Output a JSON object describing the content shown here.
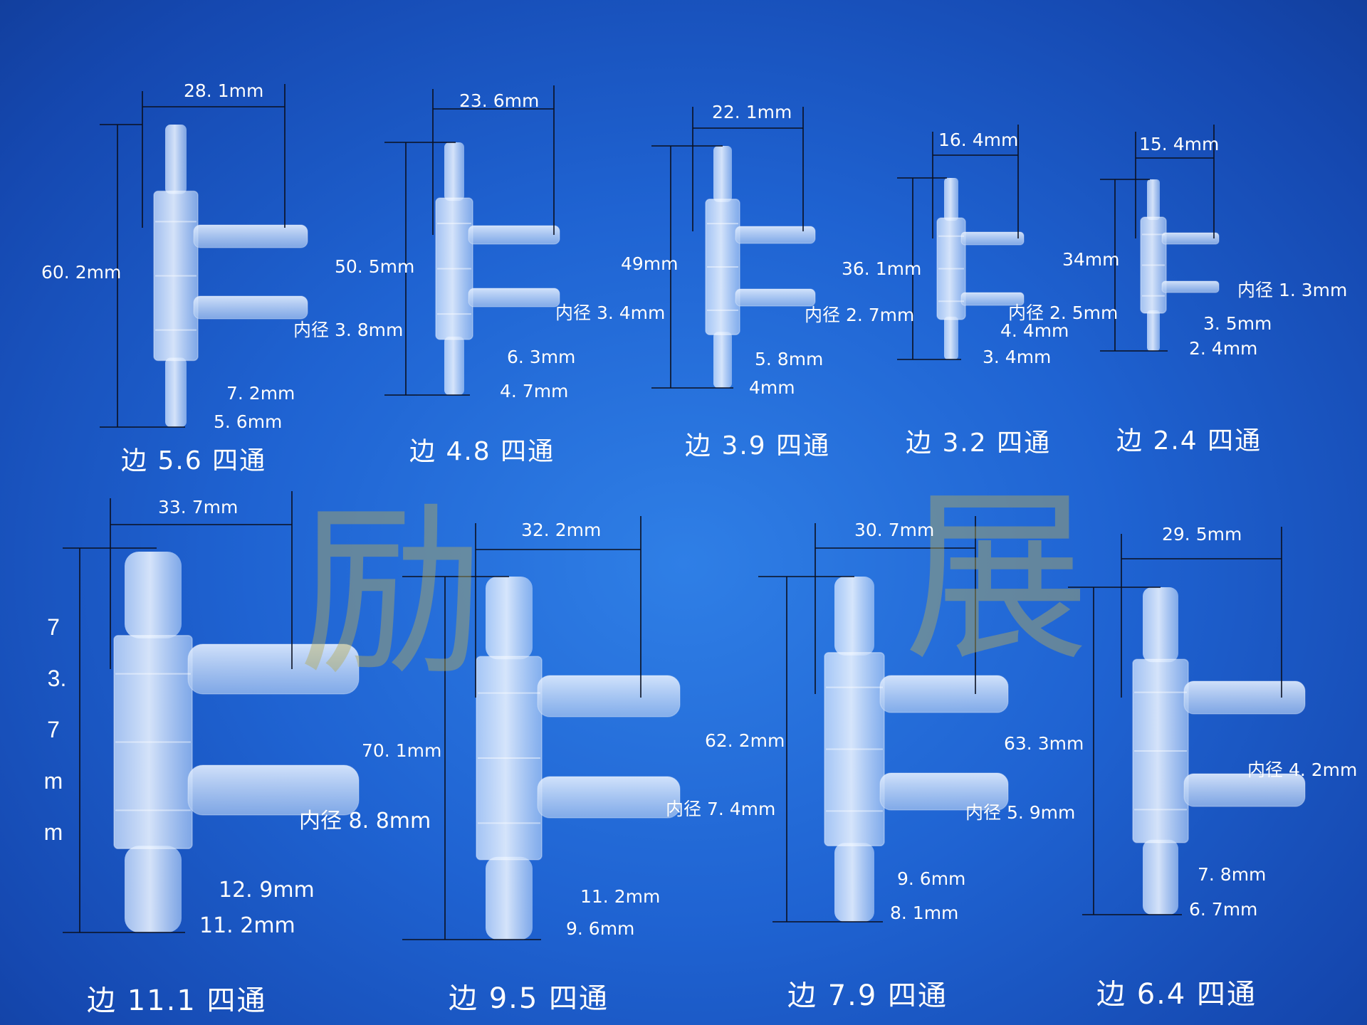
{
  "watermark": [
    "励",
    "展"
  ],
  "products": [
    {
      "caption": "边 5.6 四通",
      "width": "28. 1mm",
      "height": "60. 2mm",
      "inner": "内径 3. 8mm",
      "d1": "7. 2mm",
      "d2": "5. 6mm"
    },
    {
      "caption": "边 4.8 四通",
      "width": "23. 6mm",
      "height": "50. 5mm",
      "inner": "内径 3. 4mm",
      "d1": "6. 3mm",
      "d2": "4. 7mm"
    },
    {
      "caption": "边 3.9 四通",
      "width": "22. 1mm",
      "height": "49mm",
      "inner": "内径 2. 7mm",
      "d1": "5. 8mm",
      "d2": "4mm"
    },
    {
      "caption": "边 3.2 四通",
      "width": "16. 4mm",
      "height": "36. 1mm",
      "inner": "内径 2. 5mm",
      "d1": "4. 4mm",
      "d2": "3. 4mm"
    },
    {
      "caption": "边 2.4 四通",
      "width": "15. 4mm",
      "height": "34mm",
      "inner": "内径 1. 3mm",
      "d1": "3. 5mm",
      "d2": "2. 4mm"
    },
    {
      "caption": "边 11.1 四通",
      "width": "33. 7mm",
      "height_vertical": [
        "7",
        "3.",
        "7",
        "m",
        "m"
      ],
      "inner": "内径 8. 8mm",
      "d1": "12. 9mm",
      "d2": "11. 2mm"
    },
    {
      "caption": "边 9.5 四通",
      "width": "32. 2mm",
      "height": "70. 1mm",
      "inner": "内径 7. 4mm",
      "d1": "11. 2mm",
      "d2": "9. 6mm"
    },
    {
      "caption": "边 7.9 四通",
      "width": "30. 7mm",
      "height": "62. 2mm",
      "inner": "内径 5. 9mm",
      "d1": "9. 6mm",
      "d2": "8. 1mm"
    },
    {
      "caption": "边 6.4 四通",
      "width": "29. 5mm",
      "height": "63. 3mm",
      "inner": "内径 4. 2mm",
      "d1": "7. 8mm",
      "d2": "6. 7mm"
    }
  ]
}
